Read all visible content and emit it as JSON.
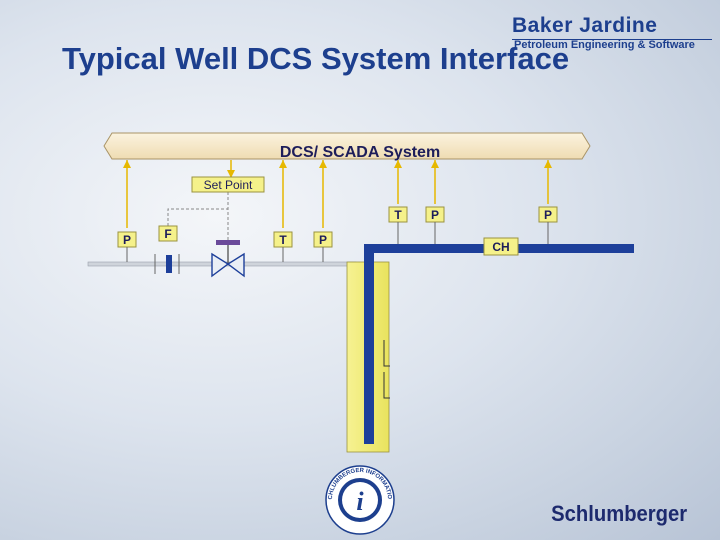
{
  "brand": {
    "name": "Baker Jardine",
    "tagline": "Petroleum Engineering & Software"
  },
  "title": "Typical Well DCS System Interface",
  "dcs_bar": {
    "label": "DCS/ SCADA System"
  },
  "setpoint": {
    "label": "Set Point"
  },
  "instruments": {
    "p_left": "P",
    "f": "F",
    "t_low": "T",
    "p_low": "P",
    "t_high": "T",
    "p_high": "P",
    "p_right": "P"
  },
  "choke": {
    "label": "CH"
  },
  "logos": {
    "info_seal": "SCHLUMBERGER INFORMATION SOLUTIONS",
    "schlumberger": "Schlumberger"
  },
  "colors": {
    "title": "#1d3f8e",
    "dcs_bar": "#f6e9c9",
    "tag_fill": "#f5f18a",
    "flowline": "#1d3f9a",
    "wellbore": "#f5f18a",
    "signal_line": "#e6b800"
  }
}
